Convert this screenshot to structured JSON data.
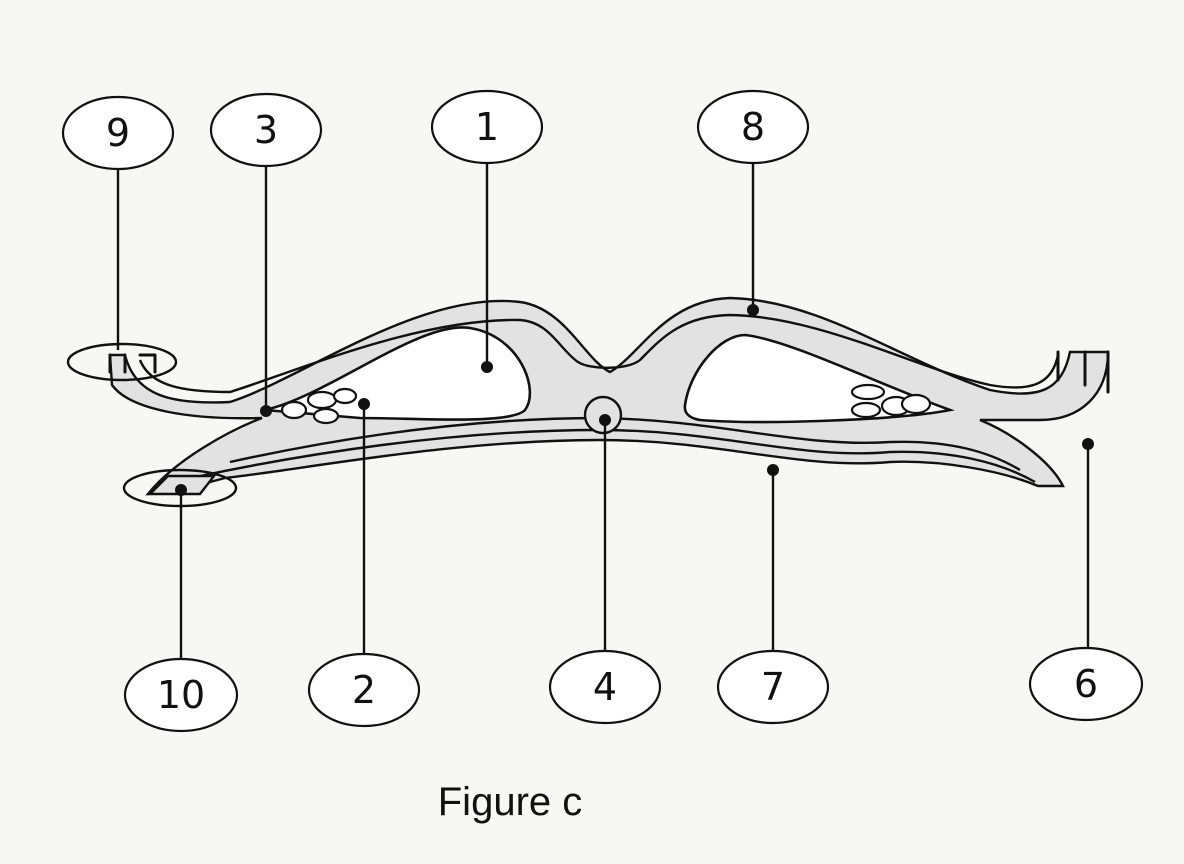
{
  "figure": {
    "caption": "Figure c",
    "labels": {
      "l1": "1",
      "l2": "2",
      "l3": "3",
      "l4": "4",
      "l6": "6",
      "l7": "7",
      "l8": "8",
      "l9": "9",
      "l10": "10"
    }
  }
}
